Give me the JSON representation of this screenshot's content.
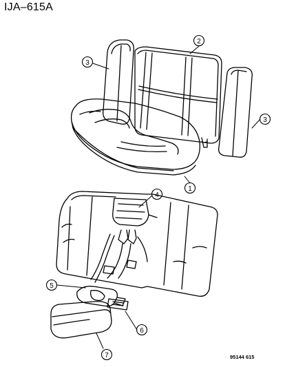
{
  "figure": {
    "id_label": "IJA–615A",
    "drawing_code": "95144 615"
  },
  "callouts": [
    {
      "number": "1",
      "part": "cushion-upper"
    },
    {
      "number": "2",
      "part": "seat-back"
    },
    {
      "number": "3",
      "part": "side-bolster-left"
    },
    {
      "number": "3",
      "part": "side-bolster-right"
    },
    {
      "number": "4",
      "part": "folding-seat-back"
    },
    {
      "number": "5",
      "part": "center-bracket"
    },
    {
      "number": "6",
      "part": "center-latch"
    },
    {
      "number": "7",
      "part": "armrest"
    }
  ]
}
